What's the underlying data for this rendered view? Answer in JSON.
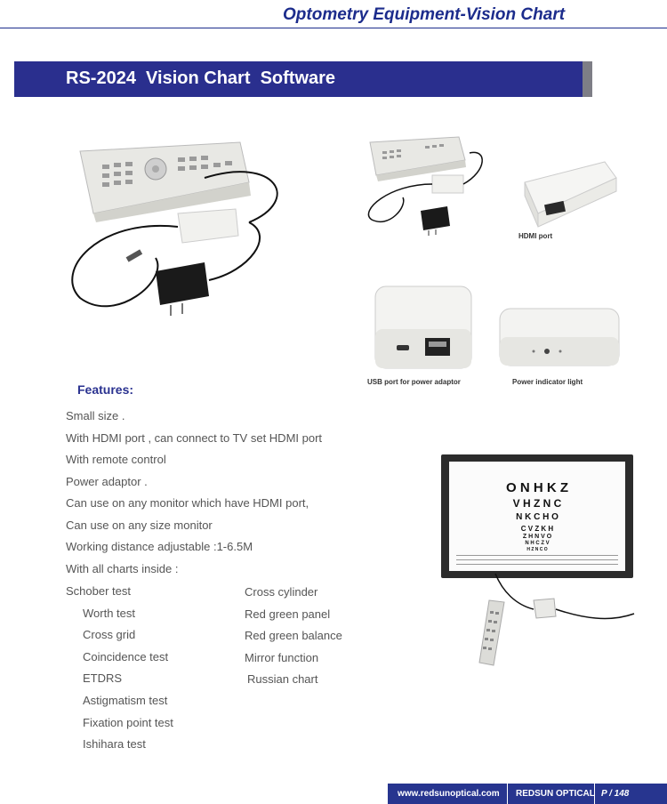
{
  "header": {
    "title": "Optometry Equipment-Vision Chart"
  },
  "banner": {
    "title": "RS-2024  Vision Chart  Software"
  },
  "captions": {
    "hdmi": "HDMI port",
    "usb": "USB port for power adaptor",
    "power": "Power indicator light"
  },
  "features": {
    "heading": "Features:",
    "items": [
      "Small size .",
      "With HDMI port , can connect to TV set HDMI port",
      "With remote control",
      "Power adaptor .",
      "Can use on any monitor which have HDMI port,",
      "Can use on any size monitor",
      "Working distance adjustable :1-6.5M",
      "With all charts inside :"
    ],
    "charts_left": [
      "Schober test",
      "Worth test",
      "Cross grid",
      "Coincidence test",
      "ETDRS",
      "Astigmatism test",
      "Fixation point test",
      "Ishihara test"
    ],
    "charts_right": [
      "Cross cylinder",
      "Red green panel",
      "Red green balance",
      "Mirror function",
      "Russian chart"
    ]
  },
  "eye_chart": {
    "rows": [
      "O N H K Z",
      "V H Z N C",
      "N K C H O",
      "C V Z K H",
      "Z H N V O",
      "N H C Z V",
      "H Z N C O"
    ]
  },
  "footer": {
    "website": "www.redsunoptical.com",
    "brand": "REDSUN OPTICAL",
    "page": "P / 148"
  },
  "colors": {
    "primary": "#27358f",
    "banner_end": "#7e7e86"
  }
}
